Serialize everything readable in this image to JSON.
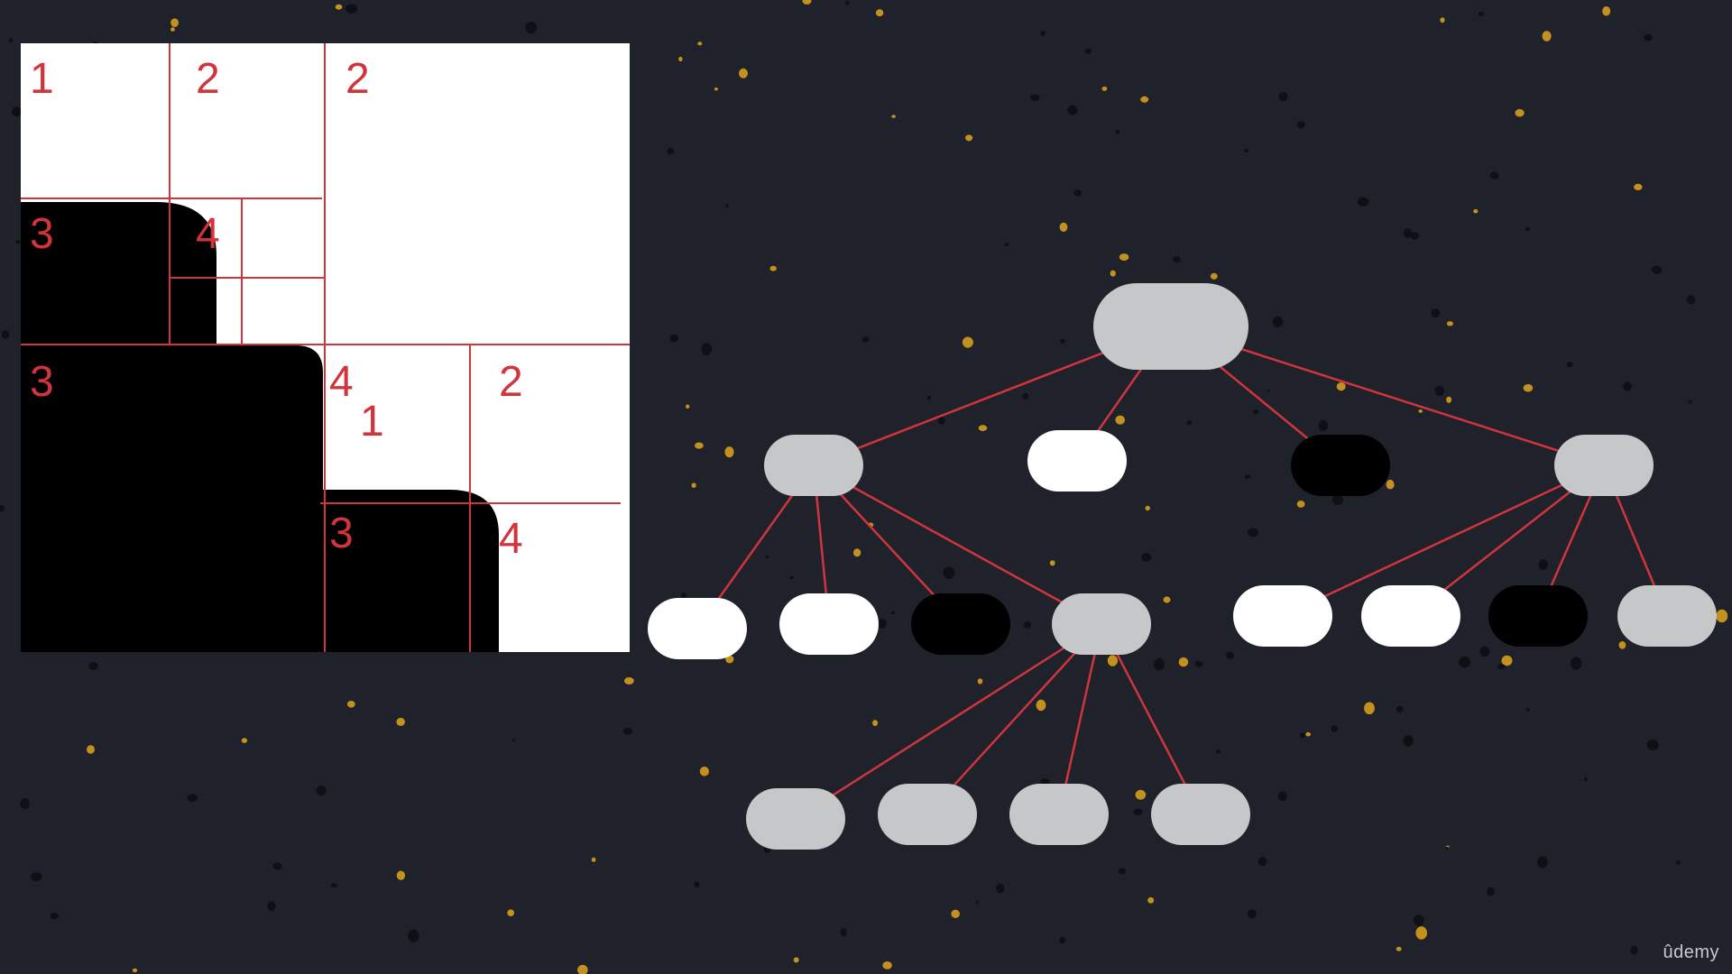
{
  "colors": {
    "background": "#1f222b",
    "speckle_gold": "#e2a41c",
    "speckle_dark": "#0d0e12",
    "grid_line": "#d0353d",
    "fill_black": "#000000",
    "fill_white": "#ffffff",
    "node_gray": "#c5c7c9",
    "node_white": "#ffffff",
    "node_black": "#000000"
  },
  "quadtree_grid": {
    "labels": [
      "1",
      "2",
      "2",
      "3",
      "4",
      "3",
      "4",
      "1",
      "2",
      "3",
      "4"
    ]
  },
  "tree": {
    "nodes": [
      {
        "id": "root",
        "state": "gray"
      },
      {
        "id": "a",
        "state": "gray"
      },
      {
        "id": "b",
        "state": "white"
      },
      {
        "id": "c",
        "state": "black"
      },
      {
        "id": "d",
        "state": "gray"
      },
      {
        "id": "a1",
        "state": "white"
      },
      {
        "id": "a2",
        "state": "white"
      },
      {
        "id": "a3",
        "state": "black"
      },
      {
        "id": "a4",
        "state": "gray"
      },
      {
        "id": "d1",
        "state": "white"
      },
      {
        "id": "d2",
        "state": "white"
      },
      {
        "id": "d3",
        "state": "black"
      },
      {
        "id": "d4",
        "state": "gray"
      },
      {
        "id": "e1",
        "state": "gray"
      },
      {
        "id": "e2",
        "state": "gray"
      },
      {
        "id": "e3",
        "state": "gray"
      },
      {
        "id": "e4",
        "state": "gray"
      }
    ],
    "edges": [
      [
        "root",
        "a"
      ],
      [
        "root",
        "b"
      ],
      [
        "root",
        "c"
      ],
      [
        "root",
        "d"
      ],
      [
        "a",
        "a1"
      ],
      [
        "a",
        "a2"
      ],
      [
        "a",
        "a3"
      ],
      [
        "a",
        "a4"
      ],
      [
        "d",
        "d1"
      ],
      [
        "d",
        "d2"
      ],
      [
        "d",
        "d3"
      ],
      [
        "d",
        "d4"
      ],
      [
        "a4",
        "e1"
      ],
      [
        "a4",
        "e2"
      ],
      [
        "a4",
        "e3"
      ],
      [
        "a4",
        "e4"
      ]
    ]
  },
  "watermark": "ûdemy"
}
